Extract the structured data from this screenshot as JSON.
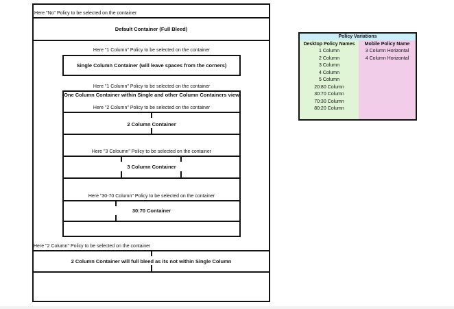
{
  "diagram": {
    "outer_note": "Here \"No\" Policy to be selected on the container",
    "default_container": "Default Container (Full Bleed)",
    "note_1col_a": "Here \"1 Column\" Policy to be selected on the container",
    "single_container": "Single Column Container (will leave spaces from the corners)",
    "note_1col_b": "Here \"1 Column\" Policy to be selected on the container",
    "one_col_title": "One Column Container within Single and other Column Containers view",
    "note_2col": "Here \"2 Column\" Policy to be selected on the container",
    "two_col_container": "2 Column Container",
    "note_3col": "Here \"3 Coloumn\" Policy to be selected on the container",
    "three_col_container": "3 Column Container",
    "note_3070": "Here \"30-70 Column\" Policy to be selected on the container",
    "container_3070": "30:70 Container",
    "note_2col_outer": "Here \"2 Column\" Policy to be selected on the container",
    "two_col_full_bleed": "2 Column Container will full bleed as its not within Single Column"
  },
  "policy_table": {
    "title": "Policy Variations",
    "desktop_header": "Desktop Policy Names",
    "mobile_header": "Mobile Policy Name",
    "desktop_items": [
      "1 Column",
      "2 Column",
      "3 Column",
      "4 Column",
      "5 Column",
      "20:80 Column",
      "30:70 Column",
      "70:30 Column",
      "80:20 Column"
    ],
    "mobile_items": [
      "3 Column Horizontal",
      "4 Column Horizontal"
    ],
    "colors": {
      "header": "#c9eef7",
      "desktop": "#dff5d6",
      "mobile": "#f2cdea"
    }
  }
}
